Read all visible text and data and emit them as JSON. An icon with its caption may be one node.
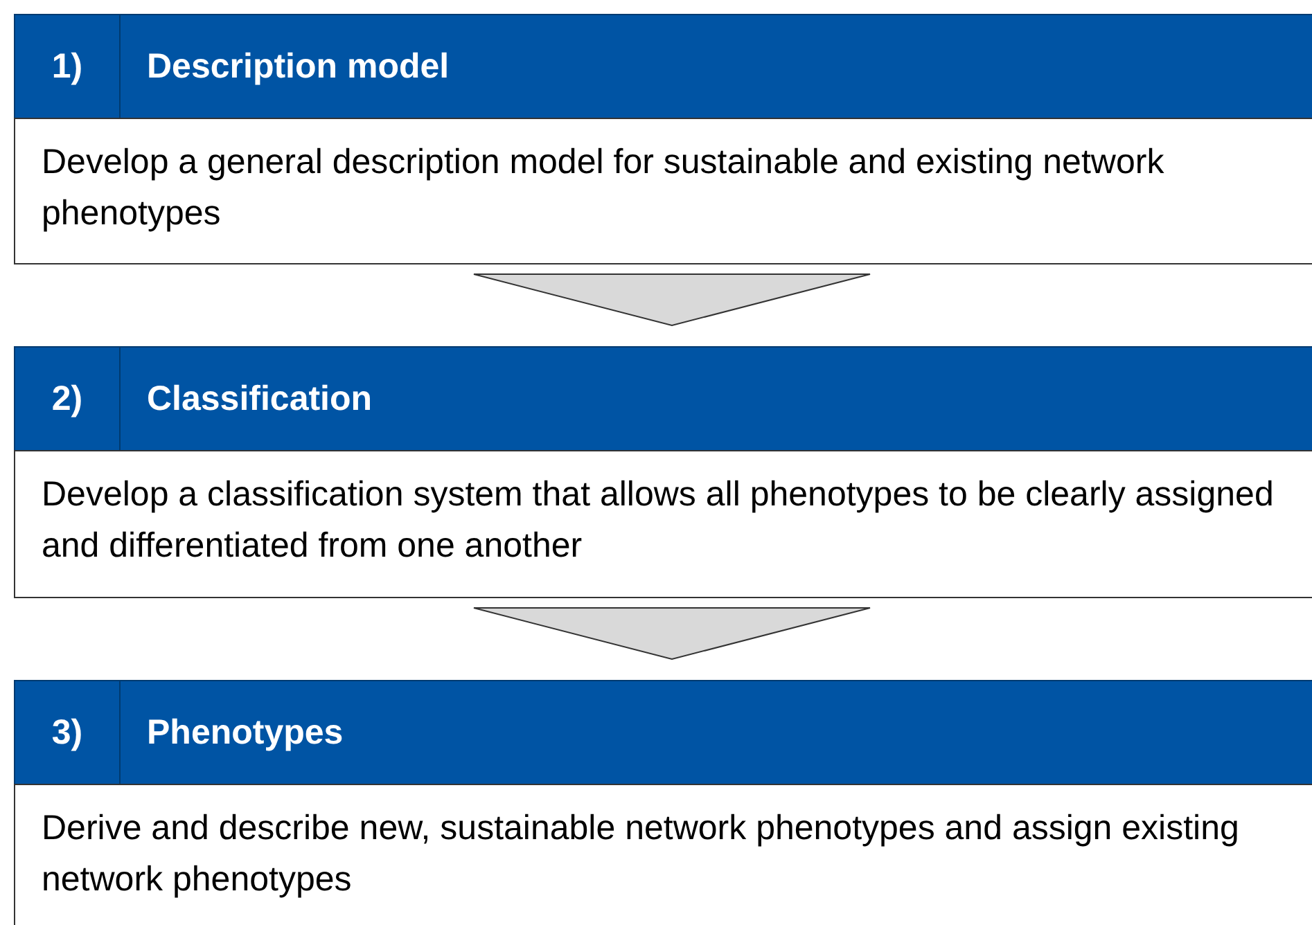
{
  "diagram": {
    "nodes": [
      {
        "text": [
          "1)",
          "Description model",
          "Develop a general description model for sustainable and existing network phenotypes"
        ]
      },
      {
        "text": [
          "2)",
          "Classification",
          "Develop a classification system that allows all phenotypes to be clearly assigned and differentiated from one another"
        ]
      },
      {
        "text": [
          "3)",
          "Phenotypes",
          "Derive and describe new, sustainable network phenotypes and assign existing network phenotypes"
        ]
      }
    ],
    "edges": [
      {
        "from": 0,
        "to": 1,
        "arrow": "to"
      },
      {
        "from": 1,
        "to": 2,
        "arrow": "to"
      }
    ]
  }
}
